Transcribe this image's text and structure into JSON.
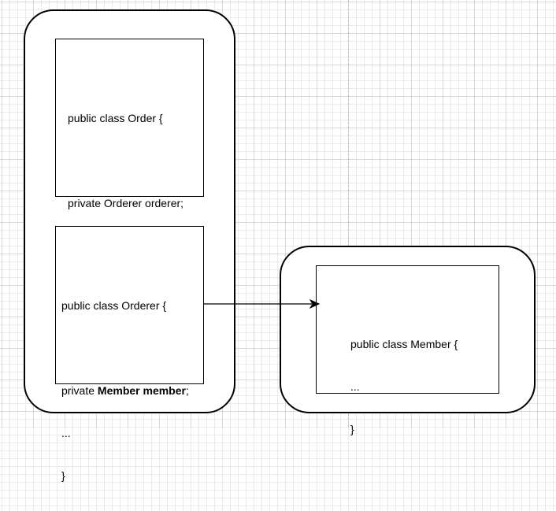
{
  "diagram": {
    "order_class": {
      "line1": "public class Order {",
      "line2": "private Orderer orderer;",
      "line3": "...",
      "line4": "}"
    },
    "orderer_class": {
      "line1": "public class Orderer {",
      "line2_prefix": "private ",
      "line2_bold": "Member member",
      "line2_suffix": ";",
      "line3": "...",
      "line4": "}"
    },
    "member_class": {
      "line1": "public class Member {",
      "line2": "...",
      "line3": "}"
    },
    "colors": {
      "stroke": "#000000",
      "fill": "#ffffff",
      "grid": "#eaeaea"
    }
  }
}
